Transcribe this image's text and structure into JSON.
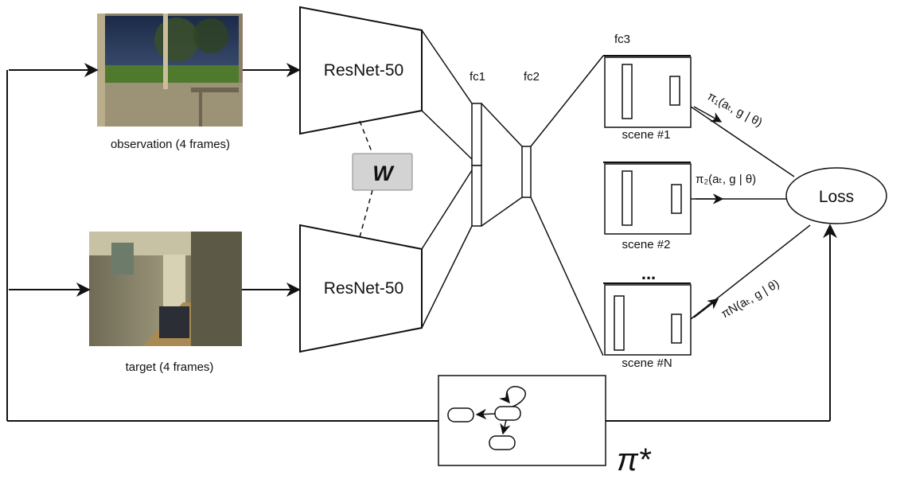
{
  "encoder_top": {
    "label": "ResNet-50"
  },
  "encoder_bottom": {
    "label": "ResNet-50"
  },
  "weights": {
    "label": "W"
  },
  "observation": {
    "caption": "observation (4 frames)"
  },
  "target": {
    "caption": "target (4 frames)"
  },
  "layers": {
    "fc1": "fc1",
    "fc2": "fc2",
    "fc3": "fc3"
  },
  "scenes": [
    {
      "label": "scene #1",
      "policy": "π₁(aₜ, g | θ)"
    },
    {
      "label": "scene #2",
      "policy": "π₂(aₜ, g | θ)"
    },
    {
      "label": "scene #N",
      "policy": "πN(aₜ, g | θ)"
    }
  ],
  "ellipsis": "...",
  "loss": {
    "label": "Loss"
  },
  "optimal_policy": {
    "label": "π*"
  },
  "colors": {
    "weights_fill": "#d3d3d3",
    "stroke": "#111111",
    "sky": "#22324e",
    "grass": "#4f7a2e",
    "hall": "#8b8266"
  }
}
